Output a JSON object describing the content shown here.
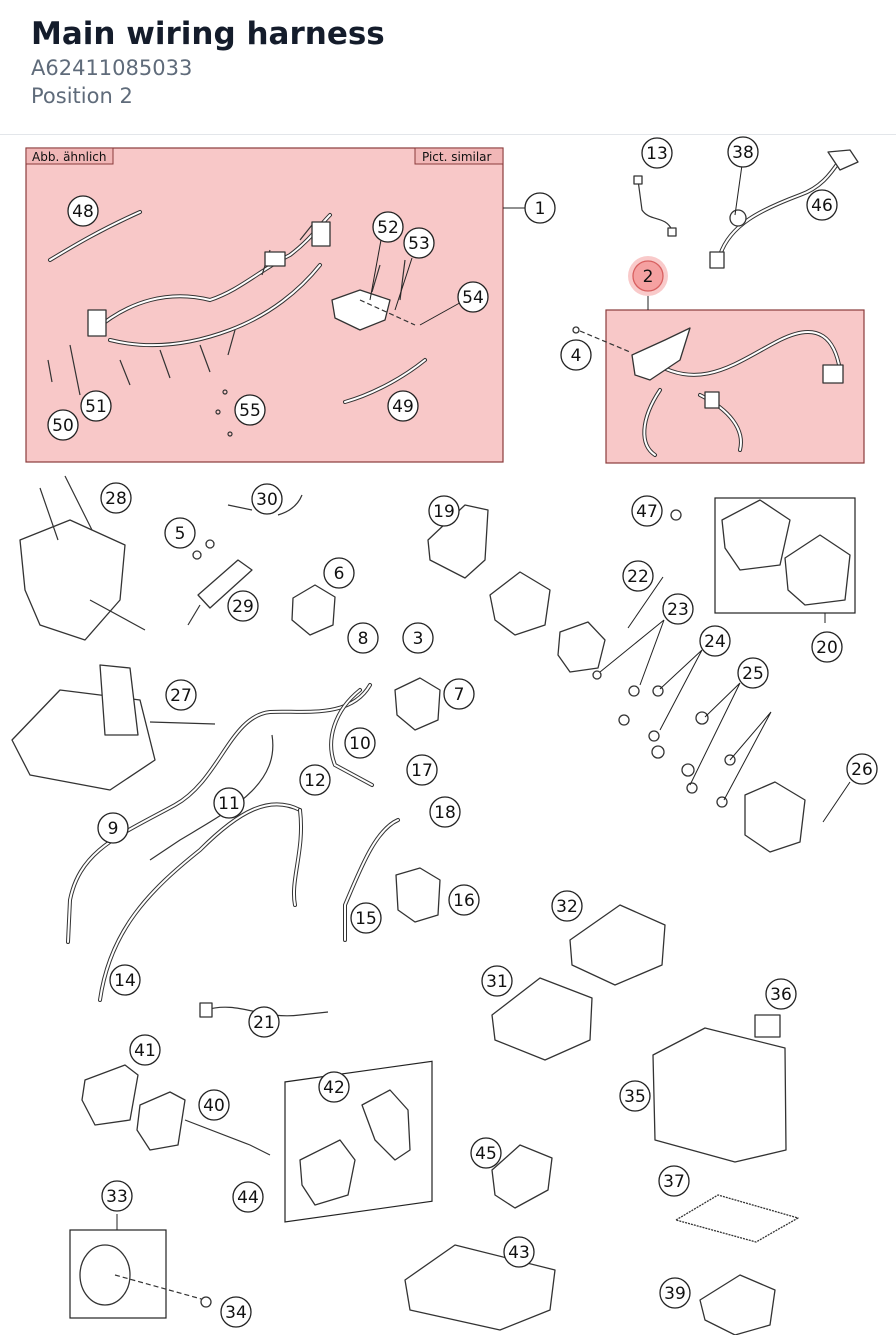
{
  "header": {
    "title": "Main wiring harness",
    "part_number": "A62411085033",
    "position": "Position 2"
  },
  "diagram": {
    "label_de": "Abb. ähnlich",
    "label_en": "Pict. similar",
    "active_callout": "2",
    "highlight_color": "#f8c8c8",
    "callouts": [
      "1",
      "2",
      "3",
      "4",
      "5",
      "6",
      "7",
      "8",
      "9",
      "10",
      "11",
      "12",
      "13",
      "14",
      "15",
      "16",
      "17",
      "18",
      "19",
      "20",
      "21",
      "22",
      "23",
      "24",
      "25",
      "26",
      "27",
      "28",
      "29",
      "30",
      "31",
      "32",
      "33",
      "34",
      "35",
      "36",
      "37",
      "38",
      "39",
      "40",
      "41",
      "42",
      "43",
      "44",
      "45",
      "46",
      "47",
      "48",
      "49",
      "50",
      "51",
      "52",
      "53",
      "54",
      "55"
    ]
  }
}
